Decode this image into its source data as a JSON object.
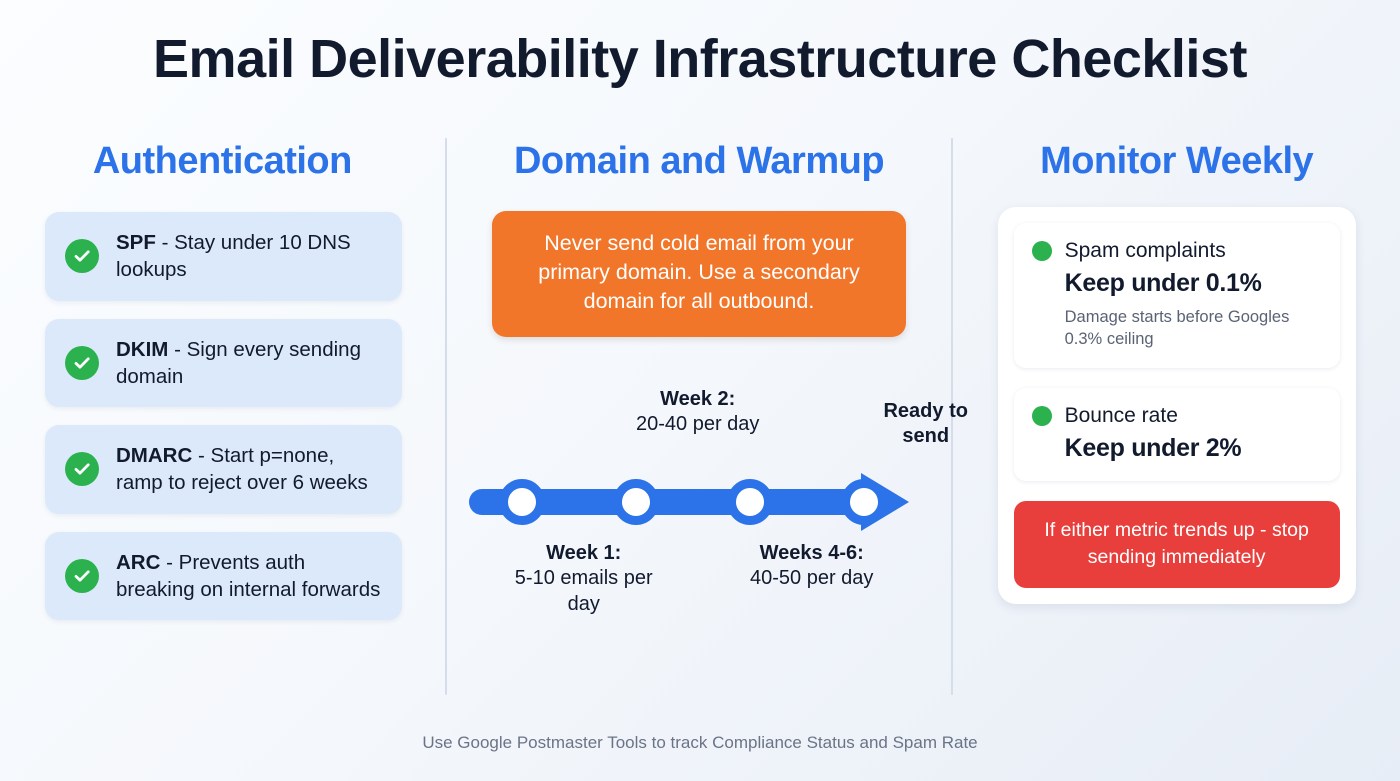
{
  "title": "Email Deliverability Infrastructure Checklist",
  "colors": {
    "accent_blue": "#2c72e8",
    "green": "#2bb24f",
    "orange": "#f2762a",
    "red": "#e83f3c",
    "ink": "#121a2e",
    "muted": "#6b7487",
    "card_blue": "#dce9fa"
  },
  "columns": {
    "authentication": {
      "heading": "Authentication",
      "items": [
        {
          "icon": "check-circle-icon",
          "term": "SPF",
          "detail": " - Stay under 10 DNS lookups"
        },
        {
          "icon": "check-circle-icon",
          "term": "DKIM",
          "detail": " - Sign every sending domain"
        },
        {
          "icon": "check-circle-icon",
          "term": "DMARC",
          "detail": " - Start p=none, ramp to reject over 6 weeks"
        },
        {
          "icon": "check-circle-icon",
          "term": "ARC",
          "detail": " - Prevents auth breaking on internal forwards"
        }
      ]
    },
    "domain_warmup": {
      "heading": "Domain and Warmup",
      "callout": "Never send cold email from your primary domain. Use a secondary domain for all outbound.",
      "timeline": {
        "milestones": [
          {
            "label": "Week 1:",
            "detail": "5-10 emails per day",
            "position": "below"
          },
          {
            "label": "Week 2:",
            "detail": "20-40 per day",
            "position": "above"
          },
          {
            "label": "Weeks 4-6:",
            "detail": "40-50 per day",
            "position": "below"
          },
          {
            "label": "Ready to",
            "detail": "send",
            "position": "above"
          }
        ]
      }
    },
    "monitor": {
      "heading": "Monitor Weekly",
      "metrics": [
        {
          "icon": "status-dot-icon",
          "name": "Spam complaints",
          "value": "Keep under 0.1%",
          "note": "Damage starts before Googles 0.3% ceiling"
        },
        {
          "icon": "status-dot-icon",
          "name": "Bounce rate",
          "value": "Keep under 2%",
          "note": ""
        }
      ],
      "alert": "If either metric trends up - stop sending immediately"
    }
  },
  "footer": "Use Google Postmaster Tools to track Compliance Status and Spam Rate"
}
